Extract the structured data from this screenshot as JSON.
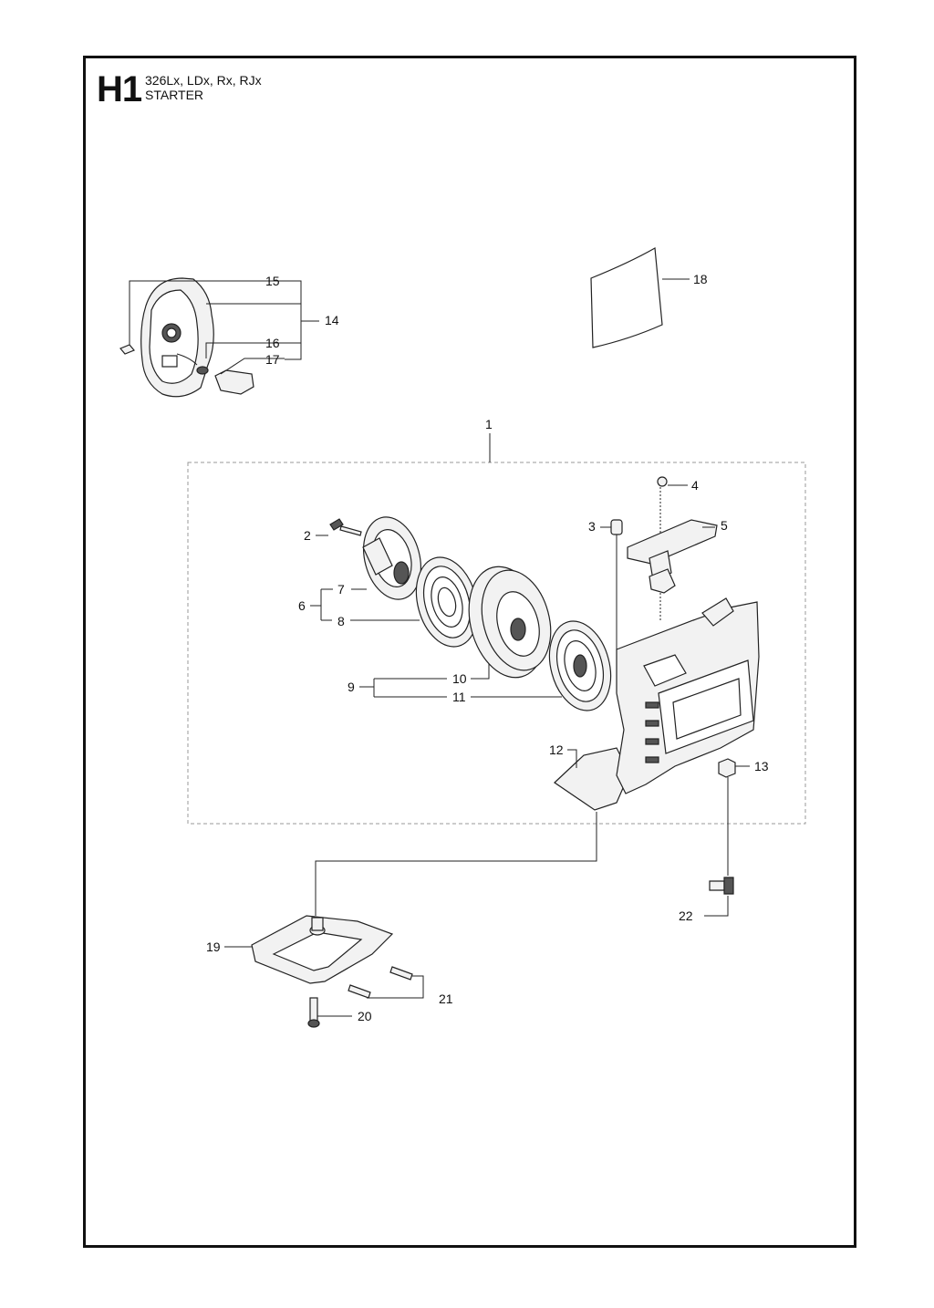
{
  "header": {
    "code": "H1",
    "models": "326Lx, LDx, Rx, RJx",
    "title": "STARTER"
  },
  "callouts": [
    "1",
    "2",
    "3",
    "4",
    "5",
    "6",
    "7",
    "8",
    "9",
    "10",
    "11",
    "12",
    "13",
    "14",
    "15",
    "16",
    "17",
    "18",
    "19",
    "20",
    "21",
    "22"
  ]
}
